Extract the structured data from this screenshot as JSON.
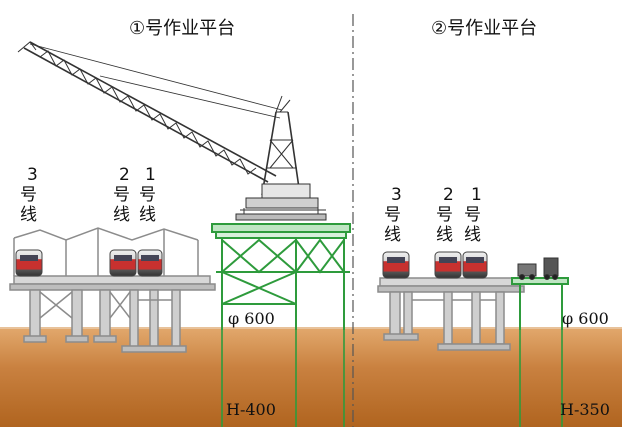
{
  "platform_1": {
    "title": "①号作业平台",
    "pile_dia": "φ 600",
    "pile_type": "H-400"
  },
  "platform_2": {
    "title": "②号作业平台",
    "pile_dia": "φ 600",
    "pile_type": "H-350"
  },
  "track_labels": {
    "t3": {
      "num": "3",
      "c1": "号",
      "c2": "线"
    },
    "t2": {
      "num": "2",
      "c1": "号",
      "c2": "线"
    },
    "t1": {
      "num": "1",
      "c1": "号",
      "c2": "线"
    }
  },
  "colors": {
    "soil_top": "#d99a5e",
    "soil_bottom": "#b86a26",
    "steel_green": "#2e9b3c",
    "train_red": "#c8312f",
    "structure_gray": "#9a9a9a",
    "crane_line": "#333333"
  }
}
